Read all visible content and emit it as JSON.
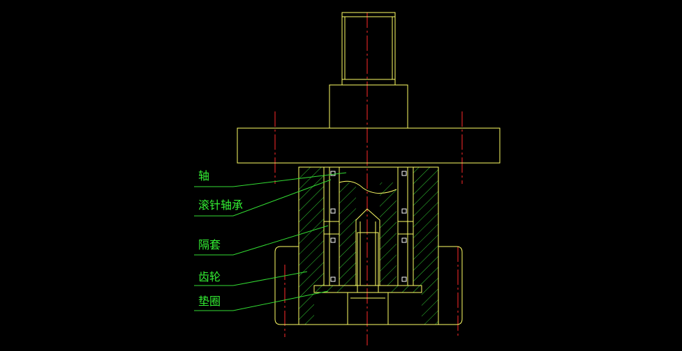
{
  "colors": {
    "background": "#000000",
    "outline": "#ffff66",
    "hatch": "#33cc33",
    "center_line": "#ff2a2a",
    "leader": "#33dd33",
    "label_text": "#33ee33",
    "small_parts": "#ffffff"
  },
  "labels": {
    "shaft": "轴",
    "needle_bearing": "滚针轴承",
    "spacer": "隔套",
    "gear": "齿轮",
    "washer": "垫圈"
  }
}
